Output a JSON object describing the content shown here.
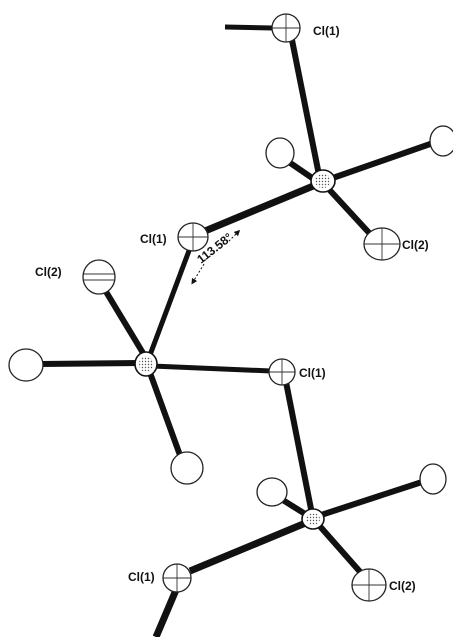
{
  "labels": {
    "cl1": "Cl(1)",
    "cl2": "Cl(2)"
  },
  "angle_label": "113.58°"
}
